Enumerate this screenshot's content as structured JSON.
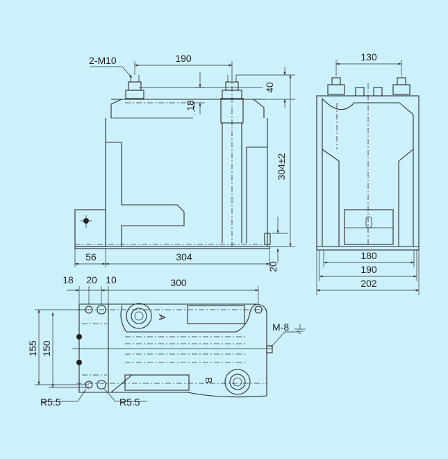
{
  "front_view": {
    "thread_label": "2-M10",
    "bolt_spacing": "190",
    "terminal_height": "40",
    "offset_18": "18",
    "total_height": "304±2",
    "base_left": "56",
    "base_length": "304",
    "base_height": "20"
  },
  "side_view": {
    "bolt_spacing": "130",
    "width_inner": "180",
    "width_mid": "190",
    "width_outer": "202"
  },
  "top_view": {
    "dim_18": "18",
    "dim_20": "20",
    "dim_10": "10",
    "dim_300": "300",
    "dim_155": "155",
    "dim_150": "150",
    "terminal_a": "A",
    "terminal_b": "B",
    "ground_label": "M-8",
    "radius_left": "R5.5",
    "radius_right": "R5.5"
  },
  "colors": {
    "background": "#cdf1fb",
    "line": "#2a2a2a"
  }
}
